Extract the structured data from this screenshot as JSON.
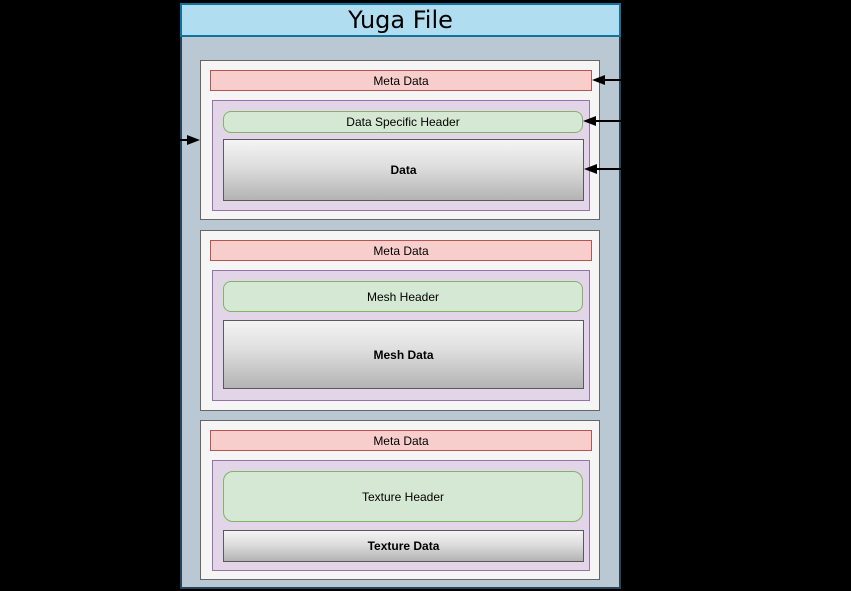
{
  "title": "Yuga File",
  "sections": [
    {
      "meta": "Meta Data",
      "header": "Data Specific Header",
      "data": "Data"
    },
    {
      "meta": "Meta Data",
      "header": "Mesh Header",
      "data": "Mesh Data"
    },
    {
      "meta": "Meta Data",
      "header": "Texture Header",
      "data": "Texture Data"
    }
  ],
  "colors": {
    "background": "#000000",
    "title_fill": "#b1ddf0",
    "title_stroke": "#10739e",
    "container_fill": "#bac8d3",
    "container_stroke": "#23445d",
    "section_fill": "#f5f5f5",
    "section_stroke": "#666666",
    "meta_fill": "#f8cecc",
    "meta_stroke": "#b85450",
    "payload_fill": "#e1d5e7",
    "payload_stroke": "#9673a6",
    "header_fill": "#d5e8d4",
    "header_stroke": "#82b366",
    "data_gradient_top": "#f4f4f4",
    "data_gradient_bottom": "#b3b3b3",
    "arrow_color": "#000000"
  }
}
